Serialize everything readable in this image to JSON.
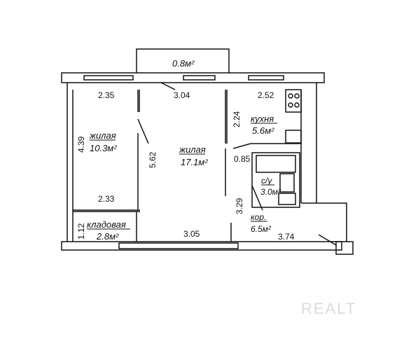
{
  "rooms": {
    "living_left": {
      "name": "жилая",
      "area": "10.3м²"
    },
    "living_center": {
      "name": "жилая",
      "area": "17.1м²"
    },
    "kitchen": {
      "name": "кухня",
      "area": "5.6м²"
    },
    "bathroom": {
      "name": "с/у",
      "area": "3.0м²"
    },
    "corridor": {
      "name": "кор.",
      "area": "6.5м²"
    },
    "storage": {
      "name": "кладовая",
      "area": "2.8м²"
    },
    "balcony": {
      "area": "0.8м²"
    }
  },
  "dimensions": {
    "left_top_width": "2.35",
    "center_top_width": "3.04",
    "kitchen_top_width": "2.52",
    "left_height": "4.39",
    "center_height": "5.62",
    "kitchen_height": "2.24",
    "left_bottom_width": "2.33",
    "bathroom_width": "0.85",
    "corridor_height": "3.29",
    "storage_height": "1.12",
    "center_bottom_width": "3.05",
    "corridor_bottom_width": "3.74"
  },
  "watermark": "REALT"
}
